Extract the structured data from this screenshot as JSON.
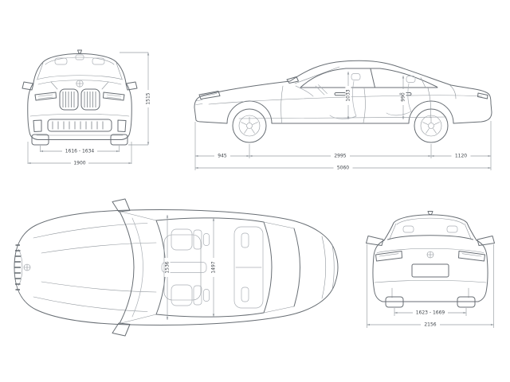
{
  "page": {
    "background": "#ffffff",
    "line_color": "#686e74",
    "dim_color": "#979da3",
    "badge_icon": "bmw-roundel"
  },
  "views": {
    "front": {
      "dims": {
        "track": "1616 - 1634",
        "width": "1900",
        "height": "1515"
      }
    },
    "side": {
      "dims": {
        "front_headroom": "1033",
        "rear_headroom": "990",
        "front_overhang": "945",
        "wheelbase": "2995",
        "rear_overhang": "1120",
        "length": "5060"
      }
    },
    "top": {
      "dims": {
        "front_interior_width": "1536",
        "rear_interior_width": "1497"
      }
    },
    "rear": {
      "dims": {
        "track": "1623 - 1669",
        "width_mirrors": "2156"
      }
    }
  }
}
